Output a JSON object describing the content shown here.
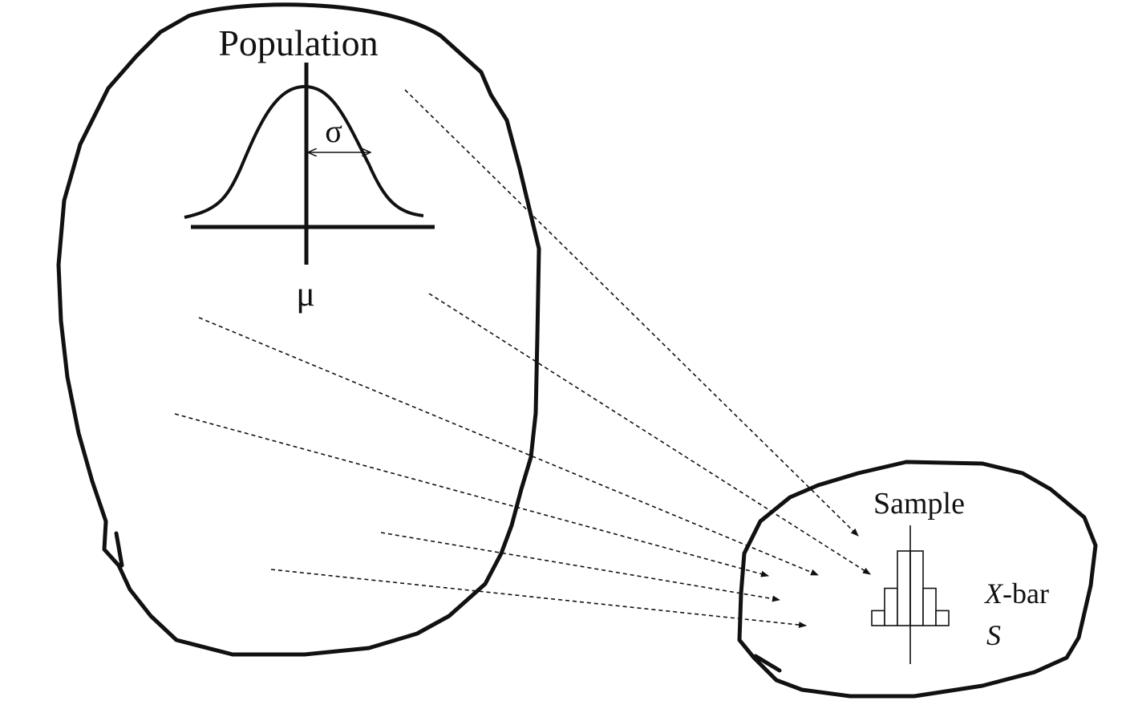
{
  "population": {
    "title": "Population",
    "mean_symbol": "μ",
    "sd_symbol": "σ"
  },
  "sample": {
    "title": "Sample",
    "stat_mean_var": "X",
    "stat_mean_suffix": "-bar",
    "stat_sd": "S"
  },
  "histogram": {
    "bar_heights": [
      2,
      5,
      10,
      10,
      5,
      2
    ]
  },
  "arrow_count": 6
}
